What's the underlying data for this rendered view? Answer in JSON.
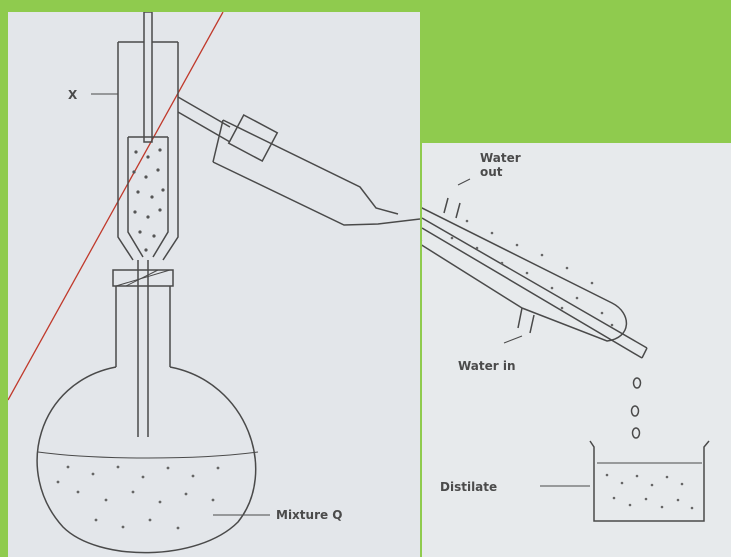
{
  "diagram": {
    "labels": {
      "x_marker": "X",
      "water_out": "Water\nout",
      "water_in": "Water in",
      "distilate": "Distilate",
      "mixture": "Mixture Q"
    },
    "colors": {
      "background": "#8fcb4e",
      "paper": "#e6e9ec",
      "ink": "#4a4a4a",
      "red_line": "#c0392b"
    }
  }
}
